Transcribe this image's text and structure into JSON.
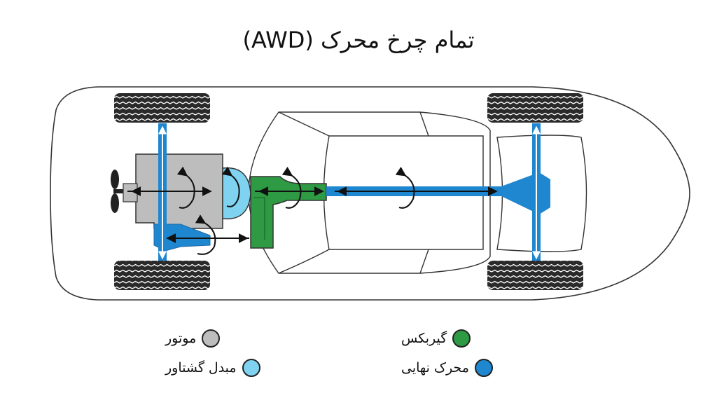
{
  "title": "تمام چرخ محرک (AWD)",
  "legend": [
    {
      "label": "موتور",
      "color": "#bdbdbd"
    },
    {
      "label": "گیربکس",
      "color": "#2e9a43"
    },
    {
      "label": "مبدل گشتاور",
      "color": "#7fd3f0"
    },
    {
      "label": "محرک نهایی",
      "color": "#1f86d0"
    }
  ]
}
